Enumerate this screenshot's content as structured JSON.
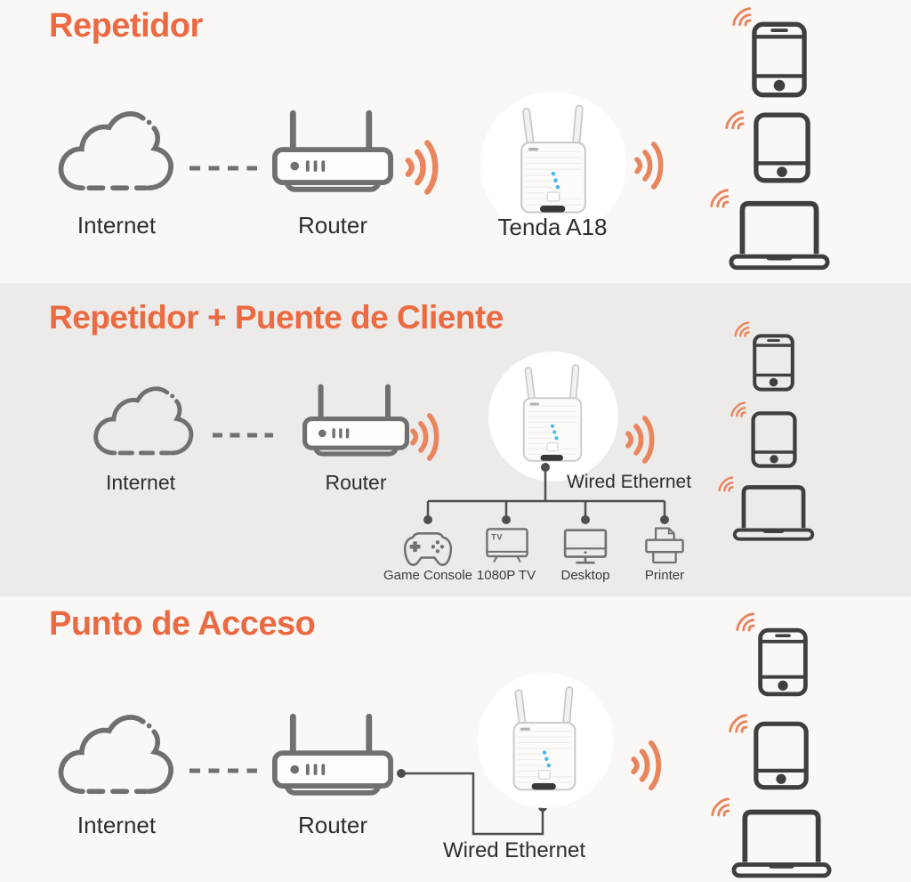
{
  "palette": {
    "accent_orange": "#EB6A41",
    "wifi_orange": "#E9855D",
    "outline_gray": "#707070",
    "device_dark": "#3F3F3F",
    "wire_dark": "#4E4E4E",
    "bg_light": "#FAF8F7",
    "bg_gray": "#ECEBE9",
    "led_blue": "#49B9E9"
  },
  "sections": [
    {
      "title": "Repetidor",
      "internet_label": "Internet",
      "router_label": "Router",
      "extender_label": "Tenda A18"
    },
    {
      "title": "Repetidor + Puente de Cliente",
      "internet_label": "Internet",
      "router_label": "Router",
      "wired_label": "Wired Ethernet",
      "wired_clients": [
        "Game Console",
        "1080P TV",
        "Desktop",
        "Printer"
      ]
    },
    {
      "title": "Punto de Acceso",
      "internet_label": "Internet",
      "router_label": "Router",
      "wired_label": "Wired Ethernet"
    }
  ],
  "icons": {
    "tv_text": "TV"
  }
}
